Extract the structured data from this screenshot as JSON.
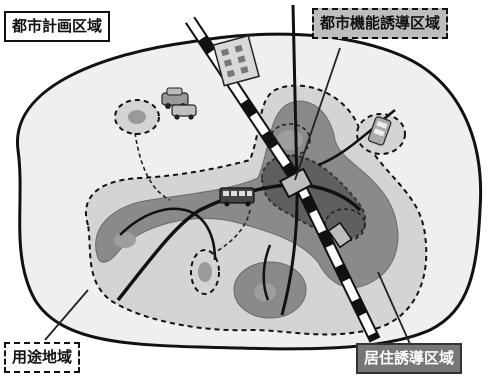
{
  "labels": {
    "city_planning_area": "都市計画区域",
    "urban_function_zone": "都市機能誘導区域",
    "land_use_area": "用途地域",
    "residential_zone": "居住誘導区域"
  },
  "colors": {
    "outer_area": "#efefef",
    "use_area": "#d4d4d4",
    "residential": "#8a8a8a",
    "function_zone": "#5f5f5f",
    "blobs": "#b0b0b0",
    "rail": "#111111",
    "road": "#111111"
  },
  "icons": [
    "building-icon",
    "cars-icon",
    "bus-icon",
    "station-icon",
    "train-icon"
  ]
}
